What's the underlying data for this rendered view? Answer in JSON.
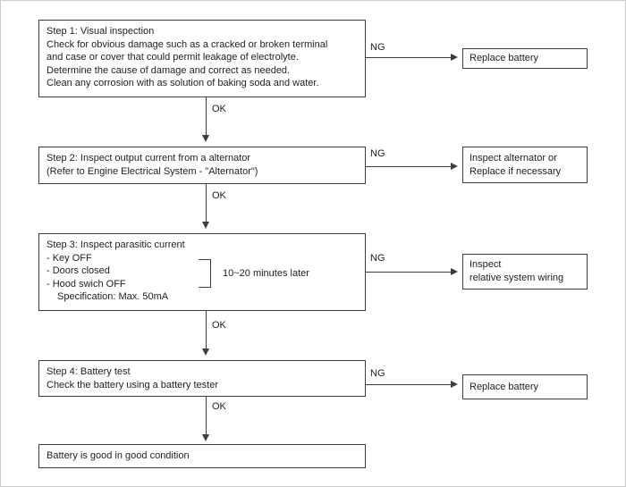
{
  "page": {
    "background_color": "#ffffff",
    "frame_color": "#cccccc",
    "line_color": "#3d3d3d",
    "text_color": "#1e1e1e"
  },
  "flowchart": {
    "ok_label": "OK",
    "ng_label": "NG",
    "steps": [
      {
        "box_lines": [
          "Step 1: Visual inspection",
          "Check for obvious damage such as a cracked or broken terminal",
          "and case or cover that could permit leakage of electrolyte.",
          "Determine the cause of damage and correct as needed.",
          "Clean any corrosion with as solution of baking soda and water."
        ],
        "result_lines": [
          "Replace battery"
        ]
      },
      {
        "box_lines": [
          "Step 2: Inspect output current from a alternator",
          "(Refer to Engine Electrical System - \"Alternator\")"
        ],
        "result_lines": [
          "Inspect alternator or",
          "Replace if necessary"
        ]
      },
      {
        "box_lines": [
          "Step 3: Inspect parasitic current",
          "- Key OFF",
          "- Doors closed",
          "- Hood swich OFF",
          "Specification: Max. 50mA"
        ],
        "bracket_note": "10~20 minutes later",
        "result_lines": [
          "Inspect",
          "relative system wiring"
        ]
      },
      {
        "box_lines": [
          "Step 4: Battery test",
          "Check the battery using a battery tester"
        ],
        "result_lines": [
          "Replace battery"
        ]
      }
    ],
    "final_box": "Battery is good in good condition"
  }
}
